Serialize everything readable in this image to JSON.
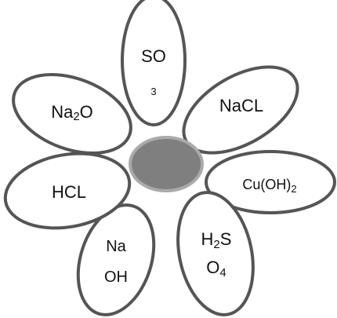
{
  "diagram": {
    "center": {
      "fill": "#7f7f7f",
      "stroke": "#aaaaaa"
    },
    "petal_stroke": "#555555",
    "petals": [
      {
        "id": "so3",
        "line1": "SO",
        "line2": "3"
      },
      {
        "id": "nacl",
        "line1": "NaCL"
      },
      {
        "id": "cuoh2",
        "main": "Cu(OH)",
        "sub": "2"
      },
      {
        "id": "h2so4",
        "a": "H",
        "a_sub": "2",
        "a_rest": "S",
        "b": "O",
        "b_sub": "4"
      },
      {
        "id": "naoh",
        "line1": "Na",
        "line2": "OH"
      },
      {
        "id": "hcl",
        "line1": "HCL"
      },
      {
        "id": "na2o",
        "main": "Na",
        "sub": "2",
        "rest": "O"
      }
    ]
  }
}
